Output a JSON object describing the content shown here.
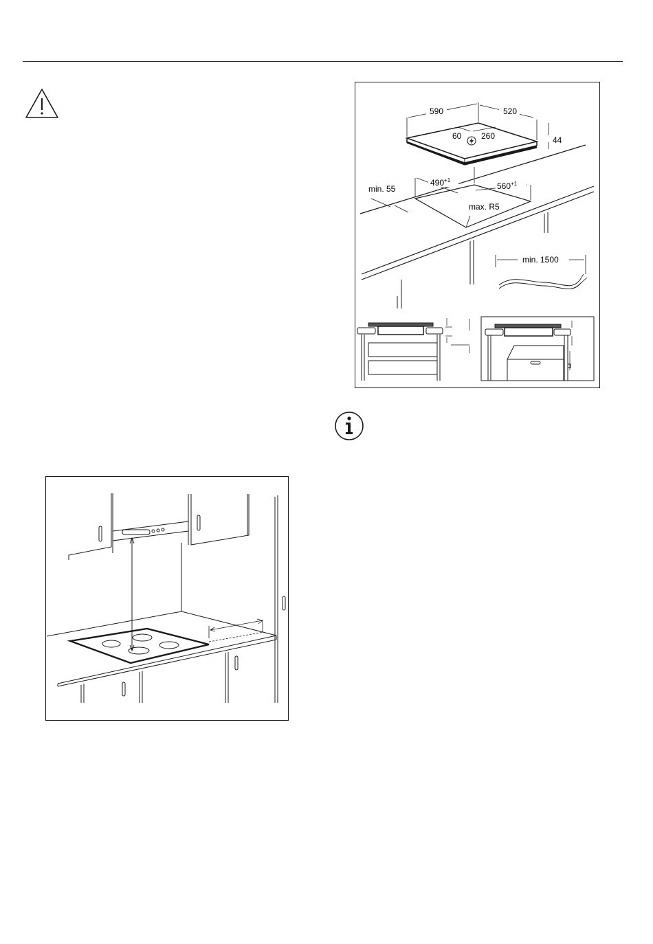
{
  "installation_diagram": {
    "hob_width": "590",
    "hob_depth": "520",
    "hob_height": "44",
    "conn_offset": "60",
    "conn_depth": "260",
    "cutout_width": "560",
    "cutout_width_tol": "+1",
    "cutout_depth": "490",
    "cutout_depth_tol": "+1",
    "edge_min": "min. 55",
    "radius": "max. R5",
    "cable_min": "min. 1500"
  },
  "icons": {
    "warning": "warning-triangle-icon",
    "info": "info-icon"
  }
}
